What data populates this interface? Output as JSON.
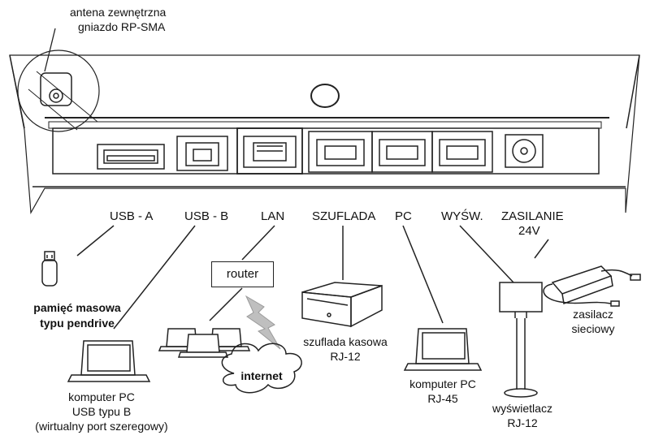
{
  "antenna": {
    "line1": "antena zewnętrzna",
    "line2": "gniazdo RP-SMA"
  },
  "ports": {
    "usb_a": "USB - A",
    "usb_b": "USB - B",
    "lan": "LAN",
    "drawer": "SZUFLADA",
    "pc": "PC",
    "display": "WYŚW.",
    "power_line1": "ZASILANIE",
    "power_line2": "24V"
  },
  "devices": {
    "pendrive": {
      "line1": "pamięć masowa",
      "line2": "typu pendrive"
    },
    "computer_usb": {
      "line1": "komputer PC",
      "line2": "USB typu B",
      "line3": "(wirtualny port szeregowy)"
    },
    "router": "router",
    "internet": "internet",
    "cash_drawer": {
      "line1": "szuflada kasowa",
      "line2": "RJ-12"
    },
    "computer_lan": {
      "line1": "komputer PC",
      "line2": "RJ-45"
    },
    "customer_display": {
      "line1": "wyświetlacz",
      "line2": "RJ-12"
    },
    "power_adapter": {
      "line1": "zasilacz",
      "line2": "sieciowy"
    }
  }
}
